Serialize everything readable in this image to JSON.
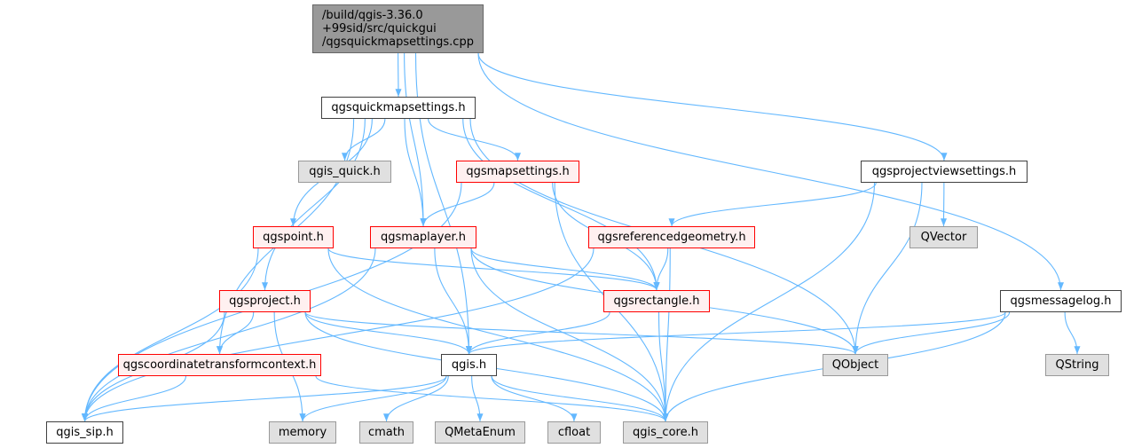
{
  "diagram": {
    "nodes": {
      "root": {
        "label": "/build/qgis-3.36.0\n+99sid/src/quickgui\n/qgsquickmapsettings.cpp",
        "style": "root"
      },
      "qms_h": {
        "label": "qgsquickmapsettings.h",
        "style": "white"
      },
      "pvs_h": {
        "label": "qgsprojectviewsettings.h",
        "style": "white"
      },
      "qgis_quick": {
        "label": "qgis_quick.h",
        "style": "gray"
      },
      "mapsettings": {
        "label": "qgsmapsettings.h",
        "style": "red"
      },
      "point": {
        "label": "qgspoint.h",
        "style": "red"
      },
      "maplayer": {
        "label": "qgsmaplayer.h",
        "style": "red"
      },
      "refgeom": {
        "label": "qgsreferencedgeometry.h",
        "style": "red"
      },
      "qvector": {
        "label": "QVector",
        "style": "gray"
      },
      "project": {
        "label": "qgsproject.h",
        "style": "red"
      },
      "rectangle": {
        "label": "qgsrectangle.h",
        "style": "red"
      },
      "msglog": {
        "label": "qgsmessagelog.h",
        "style": "white"
      },
      "ctc": {
        "label": "qgscoordinatetransformcontext.h",
        "style": "red"
      },
      "qgis_h": {
        "label": "qgis.h",
        "style": "white"
      },
      "qobject": {
        "label": "QObject",
        "style": "gray"
      },
      "qstring": {
        "label": "QString",
        "style": "gray"
      },
      "qgis_sip": {
        "label": "qgis_sip.h",
        "style": "white"
      },
      "memory": {
        "label": "memory",
        "style": "gray"
      },
      "cmath": {
        "label": "cmath",
        "style": "gray"
      },
      "qmetaenum": {
        "label": "QMetaEnum",
        "style": "gray"
      },
      "cfloat": {
        "label": "cfloat",
        "style": "gray"
      },
      "qgis_core": {
        "label": "qgis_core.h",
        "style": "gray"
      }
    },
    "edges": [
      [
        "root",
        "qms_h"
      ],
      [
        "root",
        "pvs_h"
      ],
      [
        "root",
        "msglog"
      ],
      [
        "root",
        "maplayer"
      ],
      [
        "root",
        "qgis_h"
      ],
      [
        "qms_h",
        "qgis_quick"
      ],
      [
        "qms_h",
        "mapsettings"
      ],
      [
        "qms_h",
        "maplayer"
      ],
      [
        "qms_h",
        "point"
      ],
      [
        "qms_h",
        "project"
      ],
      [
        "qms_h",
        "ctc"
      ],
      [
        "qms_h",
        "rectangle"
      ],
      [
        "qms_h",
        "qobject"
      ],
      [
        "mapsettings",
        "maplayer"
      ],
      [
        "mapsettings",
        "rectangle"
      ],
      [
        "mapsettings",
        "qgis_sip"
      ],
      [
        "mapsettings",
        "qgis_core"
      ],
      [
        "point",
        "rectangle"
      ],
      [
        "point",
        "qgis_sip"
      ],
      [
        "point",
        "qgis_core"
      ],
      [
        "maplayer",
        "qgis_h"
      ],
      [
        "maplayer",
        "rectangle"
      ],
      [
        "maplayer",
        "qobject"
      ],
      [
        "maplayer",
        "qgis_sip"
      ],
      [
        "maplayer",
        "qgis_core"
      ],
      [
        "pvs_h",
        "refgeom"
      ],
      [
        "pvs_h",
        "qvector"
      ],
      [
        "pvs_h",
        "qobject"
      ],
      [
        "pvs_h",
        "qgis_core"
      ],
      [
        "refgeom",
        "rectangle"
      ],
      [
        "refgeom",
        "qgis_sip"
      ],
      [
        "refgeom",
        "qgis_core"
      ],
      [
        "project",
        "ctc"
      ],
      [
        "project",
        "qgis_h"
      ],
      [
        "project",
        "qobject"
      ],
      [
        "project",
        "qgis_sip"
      ],
      [
        "project",
        "memory"
      ],
      [
        "project",
        "qgis_core"
      ],
      [
        "rectangle",
        "qgis_h"
      ],
      [
        "rectangle",
        "qgis_core"
      ],
      [
        "msglog",
        "qgis_h"
      ],
      [
        "msglog",
        "qobject"
      ],
      [
        "msglog",
        "qstring"
      ],
      [
        "msglog",
        "qgis_core"
      ],
      [
        "ctc",
        "qgis_sip"
      ],
      [
        "ctc",
        "qgis_core"
      ],
      [
        "qgis_h",
        "qgis_sip"
      ],
      [
        "qgis_h",
        "memory"
      ],
      [
        "qgis_h",
        "cmath"
      ],
      [
        "qgis_h",
        "qmetaenum"
      ],
      [
        "qgis_h",
        "cfloat"
      ],
      [
        "qgis_h",
        "qgis_core"
      ]
    ]
  }
}
